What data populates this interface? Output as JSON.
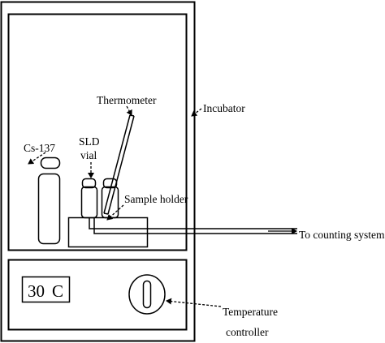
{
  "diagram": {
    "labels": {
      "cs137": "Cs-137",
      "sld_line1": "SLD",
      "sld_line2": "vial",
      "thermometer": "Thermometer",
      "incubator": "Incubator",
      "sample_holder": "Sample holder",
      "counting_system": "To counting system",
      "temperature_line1": "Temperature",
      "temperature_line2": "controller"
    },
    "display": {
      "value": "30",
      "unit": "C"
    }
  }
}
